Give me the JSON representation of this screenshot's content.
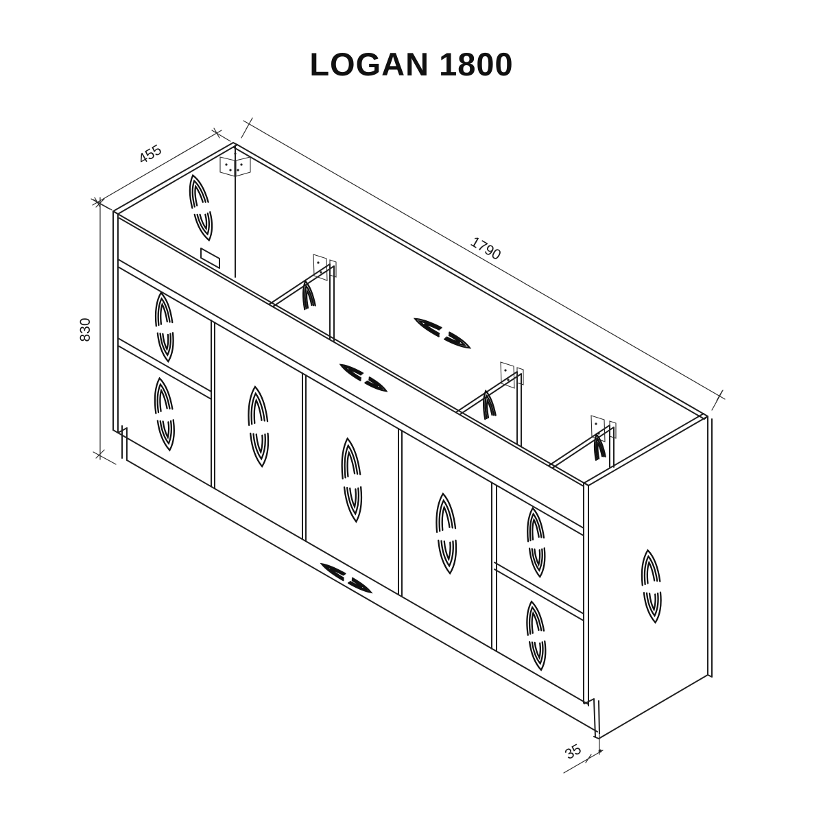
{
  "title": "LOGAN 1800",
  "drawing": {
    "type": "isometric line drawing",
    "subject": "vanity cabinet carcass, open top, with grain knots",
    "visible_parts": "left drawer bank (2 drawers), 3 doors, right drawer bank (2 drawers), right end panel, 3 internal dividers with corner brackets, recessed kick"
  },
  "colors": {
    "background": "#ffffff",
    "line_primary": "#1f1f1f",
    "line_dimension": "#2a2a2a",
    "text": "#111111"
  },
  "dims": {
    "width": {
      "value": "1790"
    },
    "depth": {
      "value": "455"
    },
    "height": {
      "value": "830"
    },
    "kick": {
      "value": "35"
    }
  }
}
